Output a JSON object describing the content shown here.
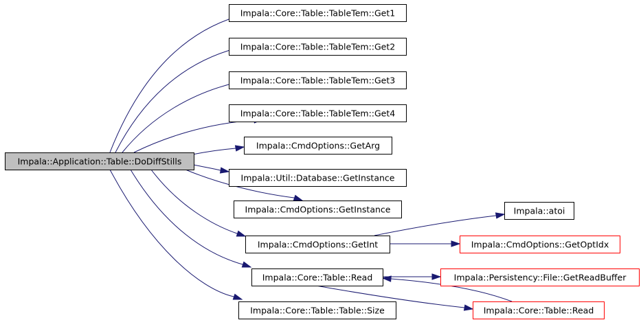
{
  "diagram": {
    "colors": {
      "edge": "#191970",
      "root_fill": "#bfbfbf",
      "red_border": "#ff0000",
      "normal_border": "#000000"
    },
    "nodes": [
      {
        "id": "root",
        "label": "Impala::Application::Table::DoDiffStills",
        "style": "root"
      },
      {
        "id": "get1",
        "label": "Impala::Core::Table::TableTem::Get1",
        "style": "normal"
      },
      {
        "id": "get2",
        "label": "Impala::Core::Table::TableTem::Get2",
        "style": "normal"
      },
      {
        "id": "get3",
        "label": "Impala::Core::Table::TableTem::Get3",
        "style": "normal"
      },
      {
        "id": "get4",
        "label": "Impala::Core::Table::TableTem::Get4",
        "style": "normal"
      },
      {
        "id": "getarg",
        "label": "Impala::CmdOptions::GetArg",
        "style": "normal"
      },
      {
        "id": "dbinst",
        "label": "Impala::Util::Database::GetInstance",
        "style": "normal"
      },
      {
        "id": "cmdinst",
        "label": "Impala::CmdOptions::GetInstance",
        "style": "normal"
      },
      {
        "id": "getint",
        "label": "Impala::CmdOptions::GetInt",
        "style": "normal"
      },
      {
        "id": "read1",
        "label": "Impala::Core::Table::Read",
        "style": "normal"
      },
      {
        "id": "size",
        "label": "Impala::Core::Table::Table::Size",
        "style": "normal"
      },
      {
        "id": "atoi",
        "label": "Impala::atoi",
        "style": "normal"
      },
      {
        "id": "optidx",
        "label": "Impala::CmdOptions::GetOptIdx",
        "style": "red"
      },
      {
        "id": "readbuf",
        "label": "Impala::Persistency::File::GetReadBuffer",
        "style": "red"
      },
      {
        "id": "read2",
        "label": "Impala::Core::Table::Read",
        "style": "red"
      }
    ],
    "edges": [
      {
        "from": "root",
        "to": "get1"
      },
      {
        "from": "root",
        "to": "get2"
      },
      {
        "from": "root",
        "to": "get3"
      },
      {
        "from": "root",
        "to": "get4"
      },
      {
        "from": "root",
        "to": "getarg"
      },
      {
        "from": "root",
        "to": "dbinst"
      },
      {
        "from": "root",
        "to": "cmdinst"
      },
      {
        "from": "root",
        "to": "getint"
      },
      {
        "from": "root",
        "to": "read1"
      },
      {
        "from": "root",
        "to": "size"
      },
      {
        "from": "getint",
        "to": "atoi"
      },
      {
        "from": "getint",
        "to": "optidx"
      },
      {
        "from": "read1",
        "to": "readbuf"
      },
      {
        "from": "read1",
        "to": "read2"
      },
      {
        "from": "read2",
        "to": "read1"
      }
    ]
  }
}
